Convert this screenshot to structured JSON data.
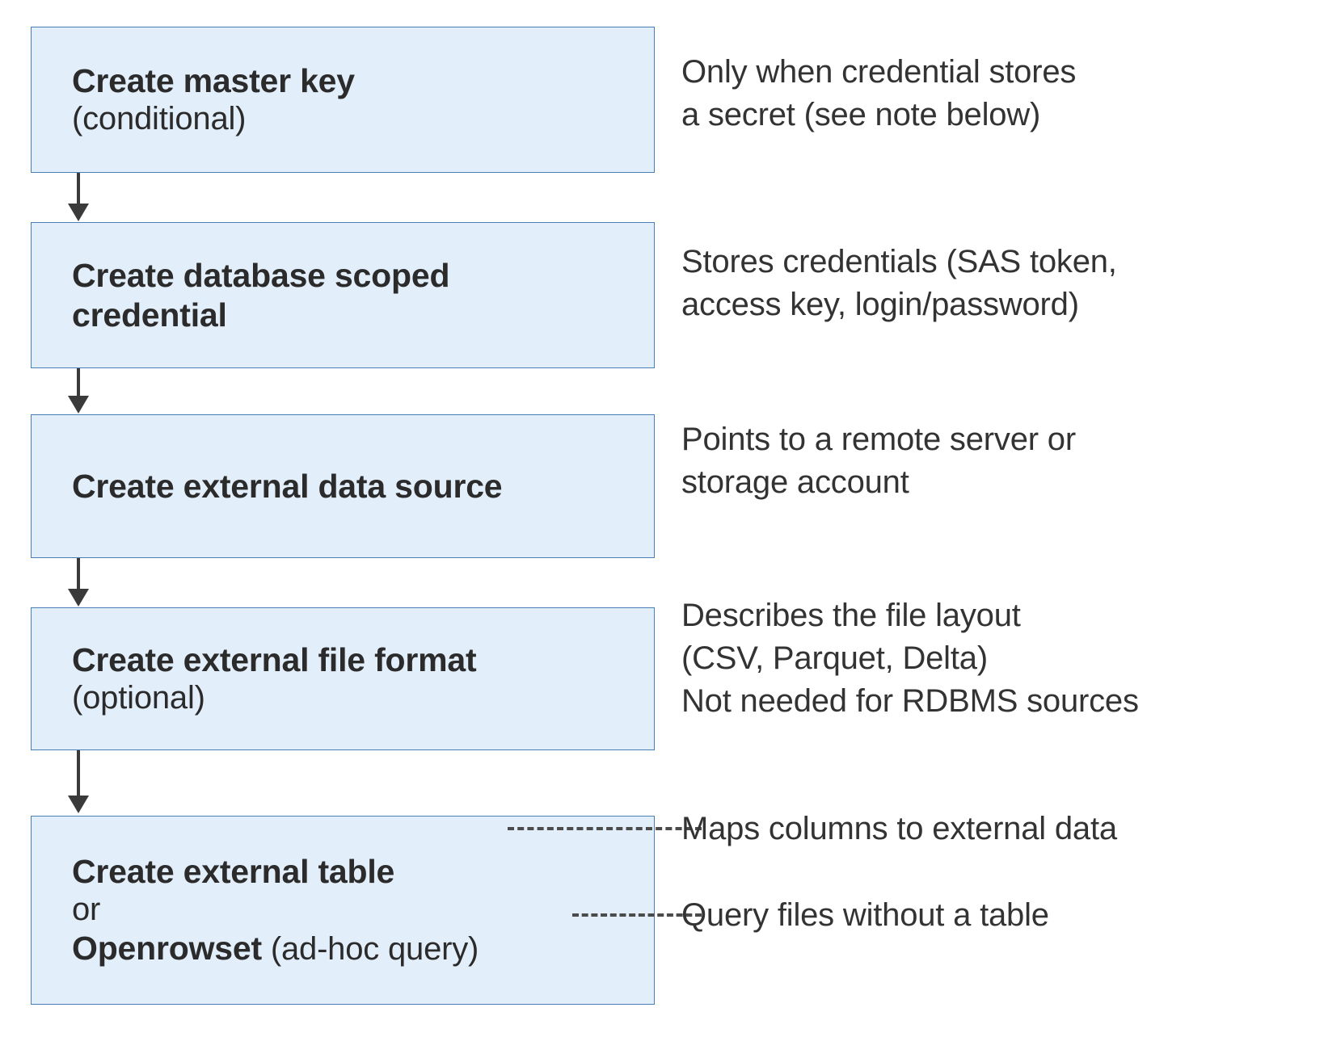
{
  "diagram": {
    "title": "External data setup sequence",
    "accent_color": "#4a7fb5",
    "box_fill": "#e3eefb",
    "text_color": "#2b2b2b",
    "note_color": "#333333",
    "arrow_color": "#3a3a3a"
  },
  "steps": [
    {
      "id": "create-master-key",
      "lines": [
        {
          "text": "Create master key",
          "weight": "bold"
        },
        {
          "text": "(conditional)",
          "weight": "regular"
        }
      ],
      "note": [
        "Only when credential stores",
        "a secret (see note below)"
      ]
    },
    {
      "id": "create-database-scoped-credential",
      "lines": [
        {
          "text": "Create database scoped",
          "weight": "bold"
        },
        {
          "text": "credential",
          "weight": "bold"
        }
      ],
      "note": [
        "Stores credentials (SAS token,",
        "access key, login/password)"
      ]
    },
    {
      "id": "create-external-data-source",
      "lines": [
        {
          "text": "Create external data source",
          "weight": "bold"
        }
      ],
      "note": [
        "Points to a remote server or",
        "storage account"
      ]
    },
    {
      "id": "create-external-file-format",
      "lines": [
        {
          "text": "Create external file format",
          "weight": "bold"
        },
        {
          "text": "(optional)",
          "weight": "regular"
        }
      ],
      "note": [
        "Describes the file layout",
        "(CSV, Parquet, Delta)",
        "Not needed for RDBMS sources"
      ]
    },
    {
      "id": "create-external-table-or-openrowset",
      "lines": [
        {
          "text": "Create external table",
          "weight": "bold"
        },
        {
          "text": "or",
          "weight": "regular"
        },
        {
          "text": "Openrowset (ad-hoc query)",
          "weight": "mixed",
          "bold_part": "Openrowset",
          "regular_part": " (ad-hoc query)"
        }
      ],
      "note_external_table": "Maps columns to external data",
      "note_openrowset": "Query files without a table"
    }
  ]
}
